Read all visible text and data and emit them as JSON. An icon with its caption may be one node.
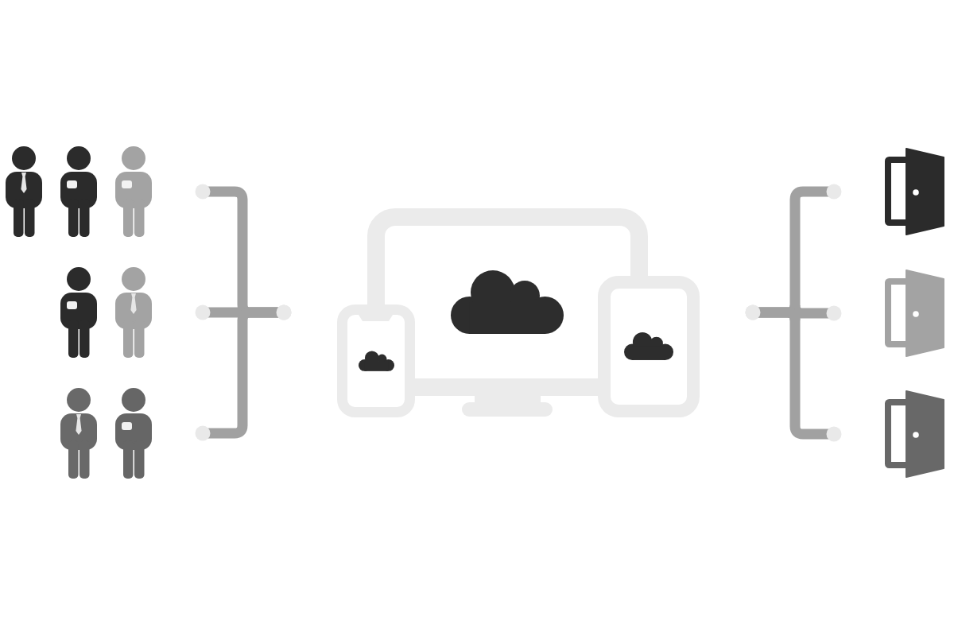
{
  "diagram": {
    "nodes": [
      {
        "text": [],
        "shape": "person"
      },
      {
        "text": [],
        "shape": "person"
      },
      {
        "text": [],
        "shape": "person"
      },
      {
        "text": [],
        "shape": "picture"
      },
      {
        "text": [],
        "shape": "door"
      },
      {
        "text": [],
        "shape": "door"
      },
      {
        "text": [],
        "shape": "door"
      }
    ],
    "edges": [
      {
        "from": 0,
        "to": 3,
        "arrow": "other"
      },
      {
        "from": 1,
        "to": 3,
        "arrow": "other"
      },
      {
        "from": 2,
        "to": 3,
        "arrow": "other"
      },
      {
        "from": 3,
        "to": 4,
        "arrow": "other"
      },
      {
        "from": 3,
        "to": 5,
        "arrow": "other"
      },
      {
        "from": 3,
        "to": 6,
        "arrow": "other"
      }
    ]
  }
}
